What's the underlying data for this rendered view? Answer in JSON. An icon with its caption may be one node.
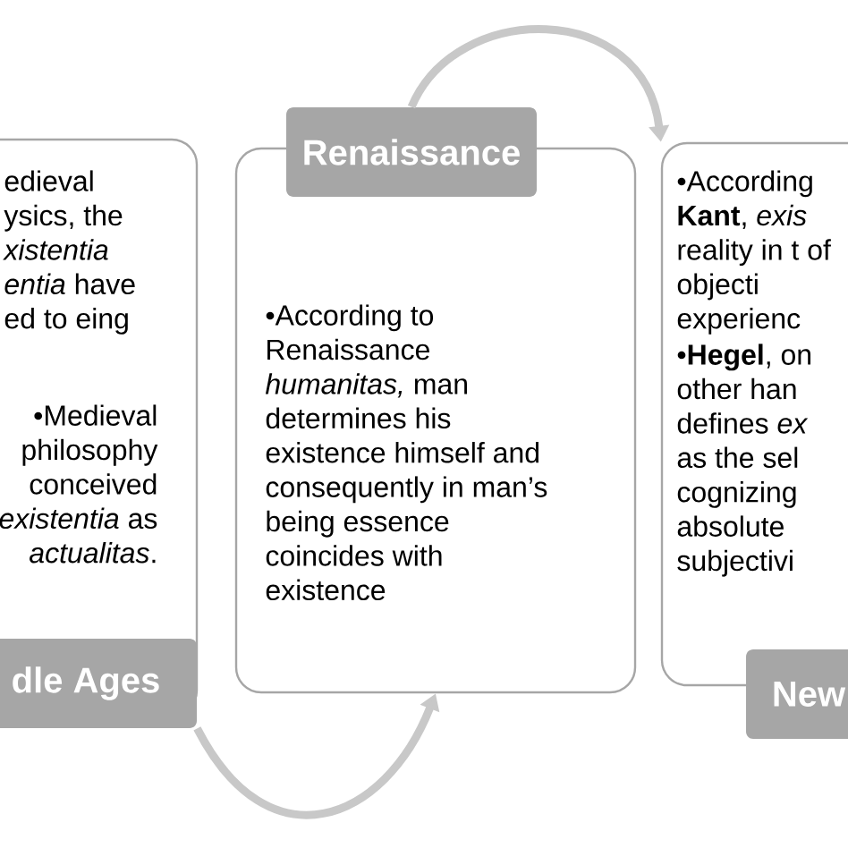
{
  "diagram": {
    "nodes": [
      {
        "text": [
          "edieval ysics, the *xistentia* *entia* have ed to eing",
          "•Medieval philosophy conceived *existentia* as *actualitas*.",
          "dle Ages"
        ]
      },
      {
        "text": [
          "Renaissance",
          "•According to Renaissance *humanitas,* man determines his existence himself and consequently in man’s being essence coincides with existence"
        ]
      },
      {
        "text": [
          "•According **Kant**, *exis* reality in t of objecti experienc",
          "•**Hegel**, on other han defines *ex* as the sel cognizing absolute subjectivi",
          "New"
        ]
      }
    ],
    "edges": [
      {
        "from": 0,
        "to": 1,
        "arrow": "to"
      },
      {
        "from": 1,
        "to": 2,
        "arrow": "to"
      }
    ]
  }
}
